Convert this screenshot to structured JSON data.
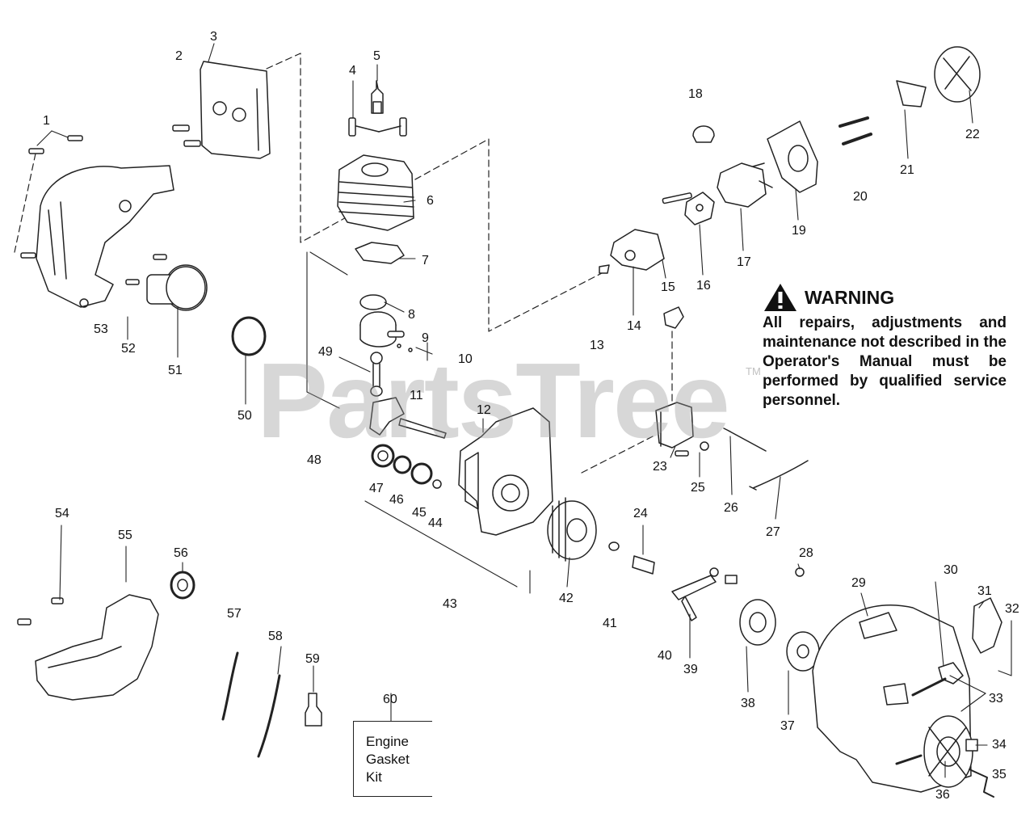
{
  "watermark": {
    "brand": "PartsTree",
    "trademark": "TM"
  },
  "warning": {
    "icon": "warning-triangle-icon",
    "title": "WARNING",
    "body": "All repairs, adjustments and maintenance not described in the Operator's Manual must be performed by qualified service personnel."
  },
  "kit": {
    "number": "60",
    "line1": "Engine",
    "line2": "Gasket",
    "line3": "Kit"
  },
  "callouts": [
    "1",
    "2",
    "3",
    "4",
    "5",
    "6",
    "7",
    "8",
    "9",
    "10",
    "11",
    "12",
    "13",
    "14",
    "15",
    "16",
    "17",
    "18",
    "19",
    "20",
    "21",
    "22",
    "23",
    "24",
    "25",
    "26",
    "27",
    "28",
    "29",
    "30",
    "31",
    "32",
    "33",
    "34",
    "35",
    "36",
    "37",
    "38",
    "39",
    "40",
    "41",
    "42",
    "43",
    "44",
    "45",
    "46",
    "47",
    "48",
    "49",
    "50",
    "51",
    "52",
    "53",
    "54",
    "55",
    "56",
    "57",
    "58",
    "59"
  ],
  "colors": {
    "line": "#222222",
    "watermark": "#9a9a9a",
    "background": "#ffffff"
  }
}
